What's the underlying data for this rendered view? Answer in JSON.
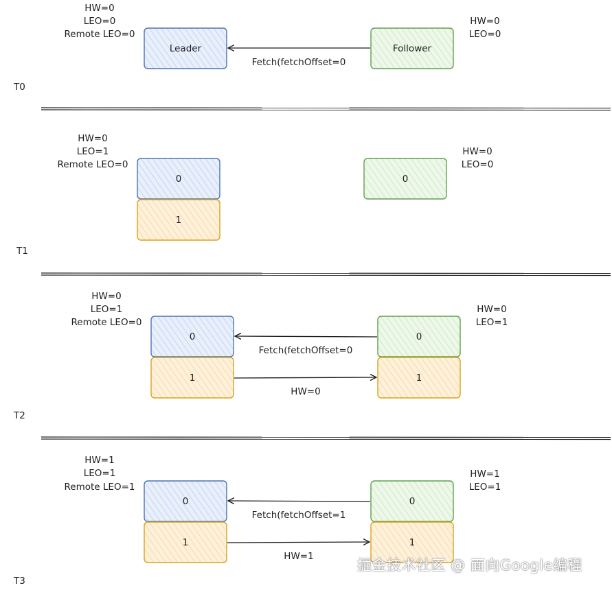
{
  "colors": {
    "blue_stroke": "#4a73b8",
    "blue_fill": "#dbe6f7",
    "green_stroke": "#5da150",
    "green_fill": "#e2f2dc",
    "orange_stroke": "#d9a21b",
    "orange_fill": "#fbe8c5",
    "line": "#1e1e1e"
  },
  "t0": {
    "phase": "T0",
    "leader": {
      "label": "Leader",
      "hw": "HW=0",
      "leo": "LEO=0",
      "remote": "Remote LEO=0"
    },
    "follower": {
      "label": "Follower",
      "hw": "HW=0",
      "leo": "LEO=0"
    },
    "fetch": "Fetch(fetchOffset=0"
  },
  "t1": {
    "phase": "T1",
    "leader": {
      "hw": "HW=0",
      "leo": "LEO=1",
      "remote": "Remote LEO=0",
      "box0": "0",
      "box1": "1"
    },
    "follower": {
      "hw": "HW=0",
      "leo": "LEO=0",
      "box0": "0"
    }
  },
  "t2": {
    "phase": "T2",
    "leader": {
      "hw": "HW=0",
      "leo": "LEO=1",
      "remote": "Remote LEO=0",
      "box0": "0",
      "box1": "1"
    },
    "follower": {
      "hw": "HW=0",
      "leo": "LEO=1",
      "box0": "0",
      "box1": "1"
    },
    "fetch": "Fetch(fetchOffset=0",
    "response": "HW=0"
  },
  "t3": {
    "phase": "T3",
    "leader": {
      "hw": "HW=1",
      "leo": "LEO=1",
      "remote": "Remote LEO=1",
      "box0": "0",
      "box1": "1"
    },
    "follower": {
      "hw": "HW=1",
      "leo": "LEO=1",
      "box0": "0",
      "box1": "1"
    },
    "fetch": "Fetch(fetchOffset=1",
    "response": "HW=1"
  },
  "watermark": "掘金技术社区 @ 面向Google编程"
}
